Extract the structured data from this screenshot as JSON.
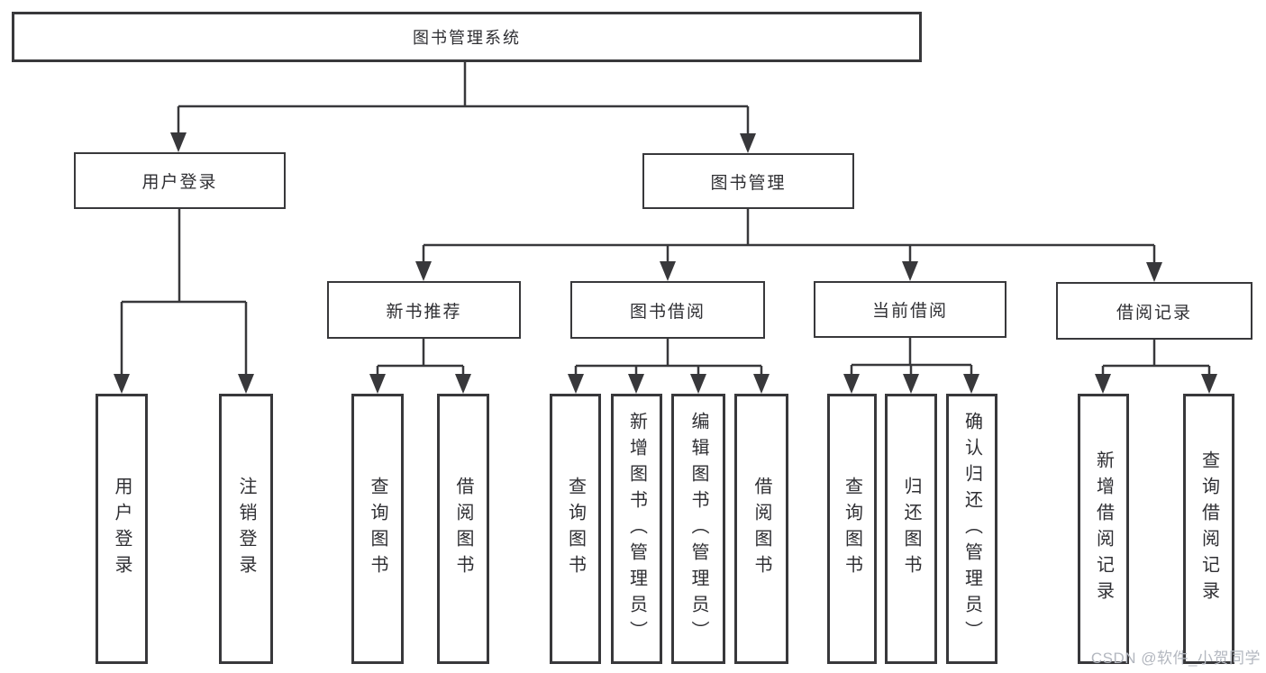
{
  "tree": {
    "root": {
      "label": "图书管理系统",
      "children": [
        {
          "label": "用户登录",
          "children": [
            {
              "label": "用户登录"
            },
            {
              "label": "注销登录"
            }
          ]
        },
        {
          "label": "图书管理",
          "children": [
            {
              "label": "新书推荐",
              "children": [
                {
                  "label": "查询图书"
                },
                {
                  "label": "借阅图书"
                }
              ]
            },
            {
              "label": "图书借阅",
              "children": [
                {
                  "label": "查询图书"
                },
                {
                  "label": "新增图书（管理员）"
                },
                {
                  "label": "编辑图书（管理员）"
                },
                {
                  "label": "借阅图书"
                }
              ]
            },
            {
              "label": "当前借阅",
              "children": [
                {
                  "label": "查询图书"
                },
                {
                  "label": "归还图书"
                },
                {
                  "label": "确认归还（管理员）"
                }
              ]
            },
            {
              "label": "借阅记录",
              "children": [
                {
                  "label": "新增借阅记录"
                },
                {
                  "label": "查询借阅记录"
                }
              ]
            }
          ]
        }
      ]
    }
  },
  "watermark": {
    "text": "CSDN @软件_小贺同学"
  },
  "colors": {
    "line": "#38383b",
    "text": "#2f2f33",
    "watermark": "#b3b7bf",
    "background": "#ffffff"
  }
}
